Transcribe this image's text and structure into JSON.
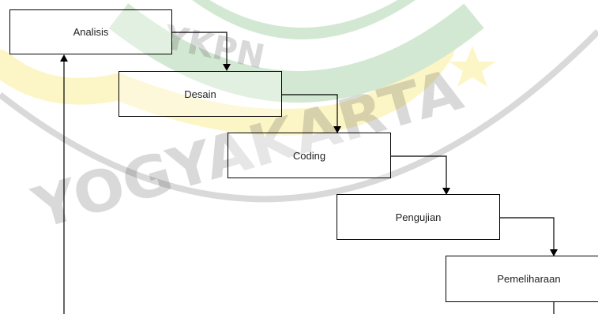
{
  "diagram": {
    "steps": [
      {
        "label": "Analisis"
      },
      {
        "label": "Desain"
      },
      {
        "label": "Coding"
      },
      {
        "label": "Pengujian"
      },
      {
        "label": "Pemeliharaan"
      }
    ]
  },
  "watermark": {
    "top_text": "YKPN",
    "bottom_text": "YOGYAKARTA",
    "colors": {
      "green": "#3c9a3c",
      "yellow": "#f2d600",
      "gray": "#555555"
    }
  },
  "colors": {
    "line": "#000000",
    "text": "#222222"
  }
}
